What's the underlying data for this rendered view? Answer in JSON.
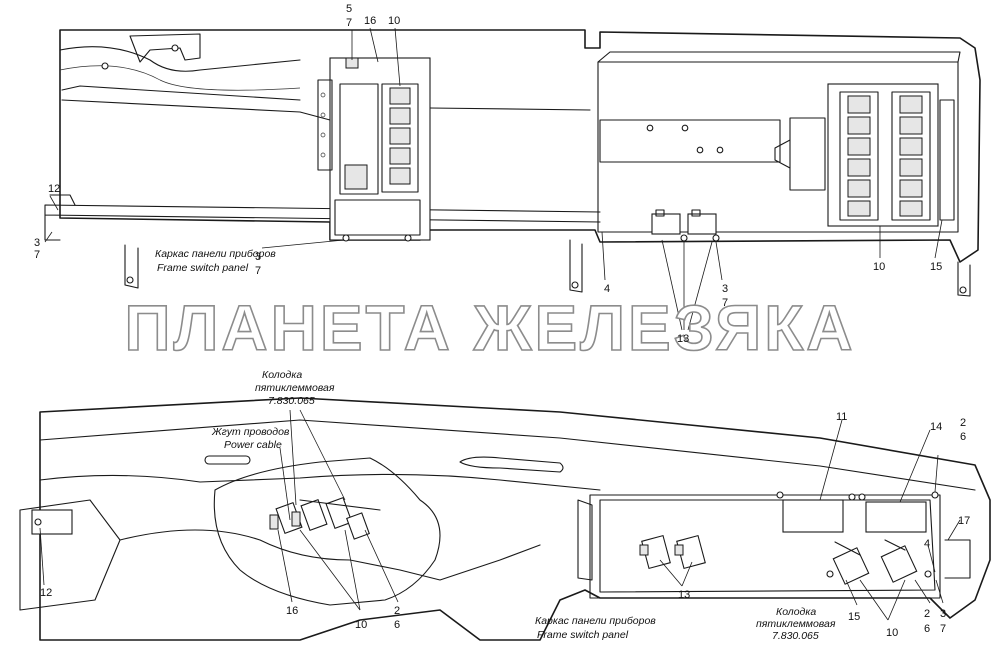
{
  "watermark": "ПЛАНЕТА ЖЕЛЕЗЯКА",
  "top_view": {
    "captions": {
      "frame_ru": "Каркас панели приборов",
      "frame_en": "Frame switch panel"
    },
    "numbers": {
      "n5": "5",
      "n7a": "7",
      "n16": "16",
      "n10a": "10",
      "n12": "12",
      "n3a": "3",
      "n7b": "7",
      "n3b": "3",
      "n7c": "7",
      "n4": "4",
      "n3c": "3",
      "n7d": "7",
      "n13": "13",
      "n10b": "10",
      "n15": "15"
    }
  },
  "bottom_view": {
    "captions": {
      "connector_ru_1": "Колодка",
      "connector_ru_2": "пятиклеммовая",
      "connector_code": "7.830.065",
      "harness_ru": "Жгут проводов",
      "harness_en": "Power cable",
      "frame_ru": "Каркас панели приборов",
      "frame_en": "Frame switch panel",
      "connector2_ru_1": "Колодка",
      "connector2_ru_2": "пятиклеммовая",
      "connector2_code": "7.830.065"
    },
    "numbers": {
      "n12": "12",
      "n16": "16",
      "n10a": "10",
      "n2a": "2",
      "n6a": "6",
      "n11": "11",
      "n14": "14",
      "n2b": "2",
      "n6b": "6",
      "n17": "17",
      "n4": "4",
      "n13": "13",
      "n15": "15",
      "n10b": "10",
      "n2c": "2",
      "n6c": "6",
      "n3": "3",
      "n7": "7"
    }
  }
}
